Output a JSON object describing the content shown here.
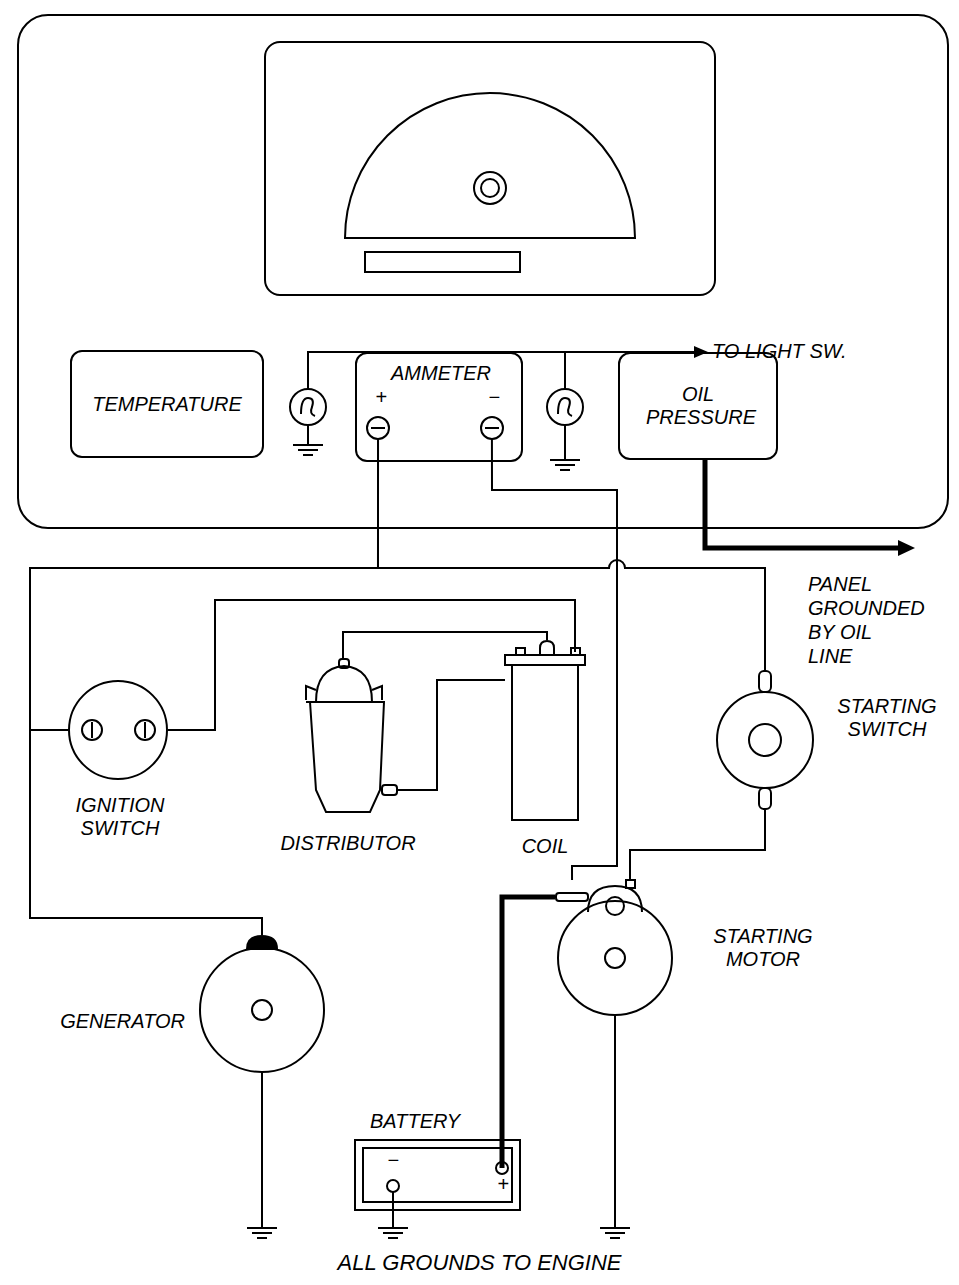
{
  "diagram": {
    "nodes": [
      {
        "text": [
          "TEMPERATURE"
        ]
      },
      {
        "text": [
          "AMMETER",
          "+",
          "−"
        ]
      },
      {
        "text": [
          "OIL PRESSURE"
        ]
      },
      {
        "text": [
          "IGNITION SWITCH"
        ]
      },
      {
        "text": [
          "DISTRIBUTOR"
        ]
      },
      {
        "text": [
          "COIL"
        ]
      },
      {
        "text": [
          "STARTING SWITCH"
        ]
      },
      {
        "text": [
          "GENERATOR"
        ]
      },
      {
        "text": [
          "STARTING MOTOR"
        ]
      },
      {
        "text": [
          "BATTERY",
          "−",
          "+"
        ]
      }
    ],
    "edges": [
      {
        "from": 1,
        "to": 3,
        "arrow": "none"
      },
      {
        "from": 1,
        "to": 7,
        "arrow": "none"
      },
      {
        "from": 1,
        "to": 6,
        "arrow": "none"
      },
      {
        "from": 1,
        "to": 8,
        "arrow": "none"
      },
      {
        "from": 3,
        "to": 5,
        "arrow": "none"
      },
      {
        "from": 5,
        "to": 4,
        "arrow": "none"
      },
      {
        "from": 4,
        "to": 5,
        "arrow": "none"
      },
      {
        "from": 6,
        "to": 8,
        "arrow": "none"
      },
      {
        "from": 9,
        "to": 8,
        "arrow": "none"
      }
    ],
    "labels": [
      "TO LIGHT SW.",
      "PANEL GROUNDED BY OIL LINE",
      "ALL GROUNDS TO ENGINE"
    ]
  }
}
